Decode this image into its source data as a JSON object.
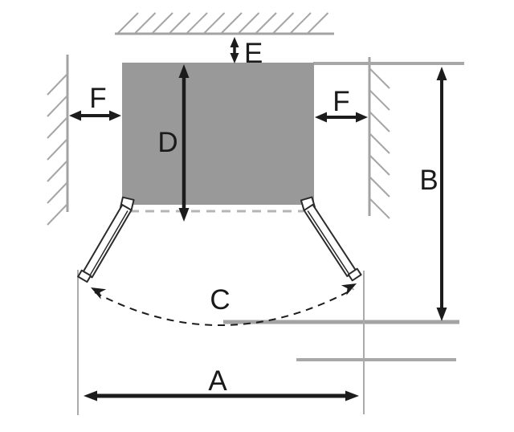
{
  "diagram": {
    "labels": {
      "a": "A",
      "b": "B",
      "c": "C",
      "d": "D",
      "e": "E",
      "f_left": "F",
      "f_right": "F"
    },
    "colors": {
      "cabinet_fill": "#999999",
      "wall_gray": "#a3a3a3",
      "arrow_black": "#1c1c1c"
    }
  }
}
